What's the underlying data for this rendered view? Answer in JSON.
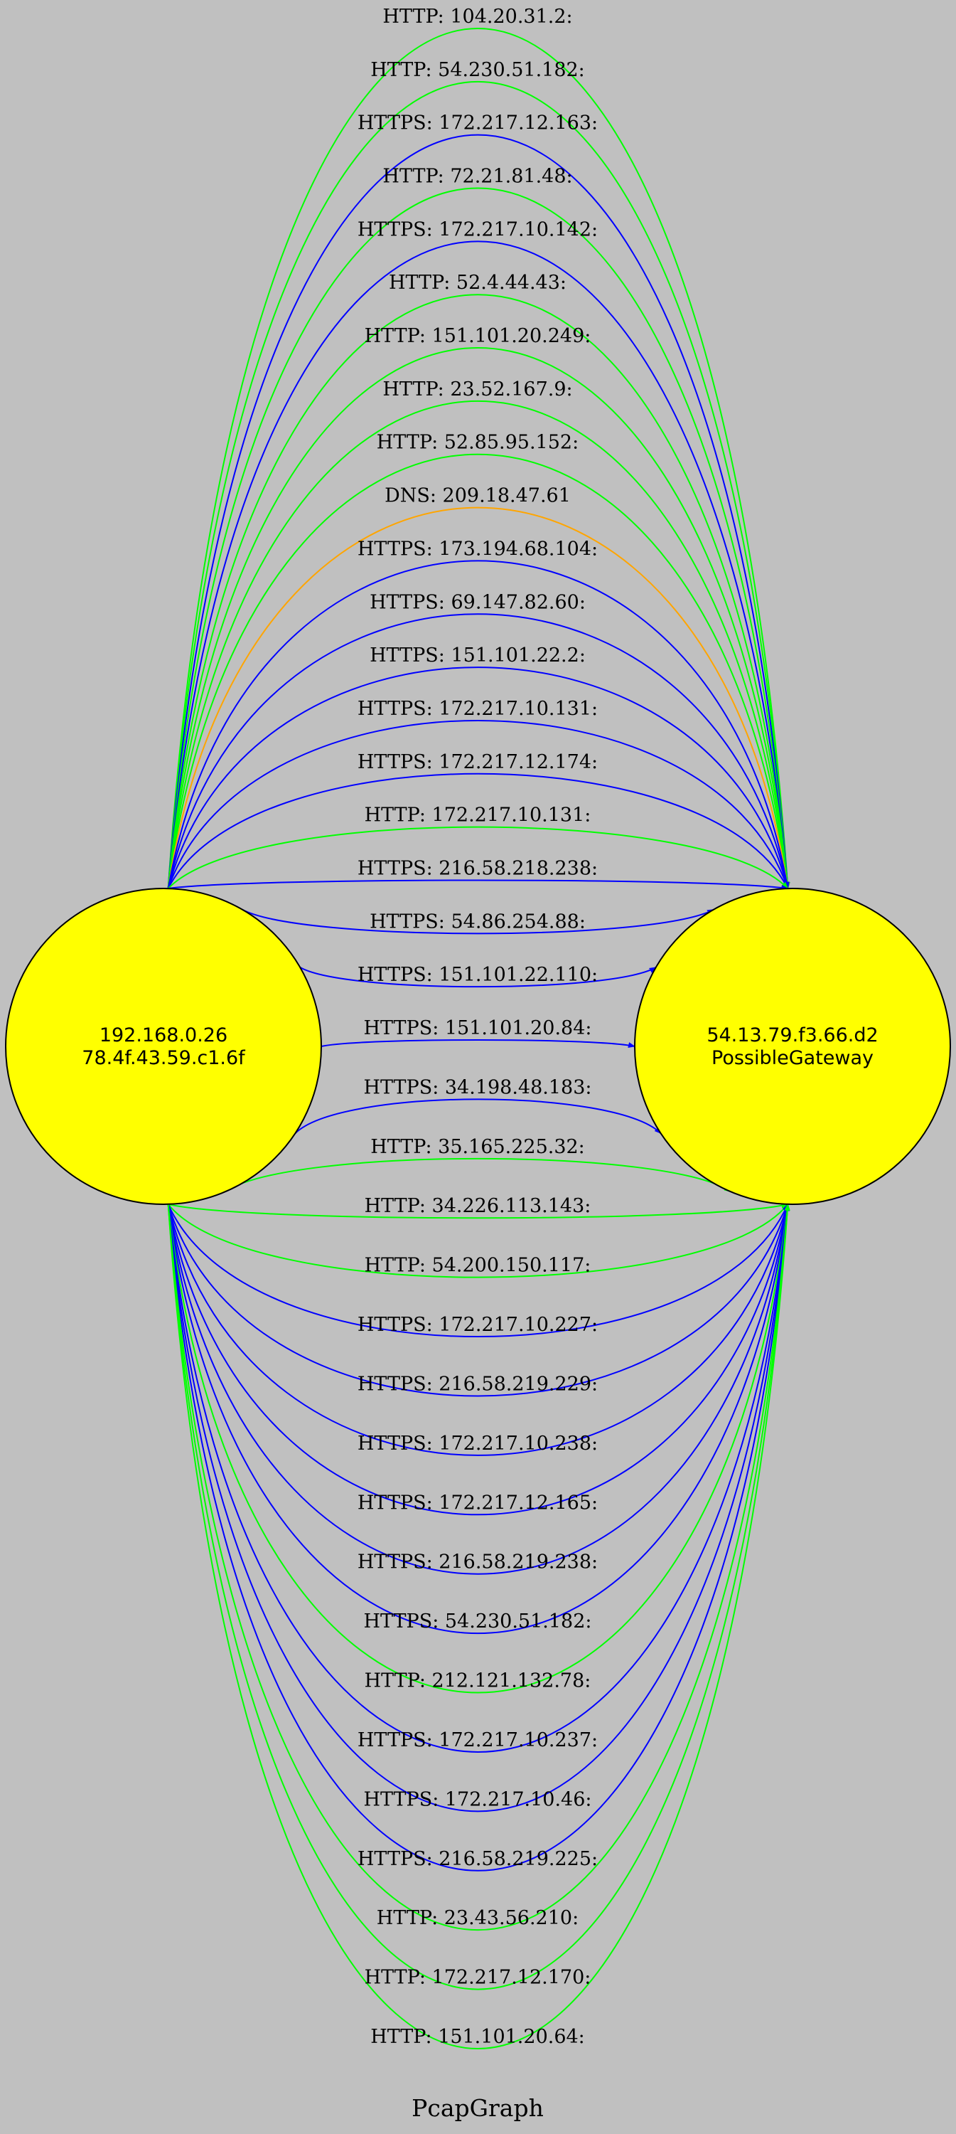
{
  "graph_title": "PcapGraph",
  "colors": {
    "background": "#c0c0c0",
    "node_fill": "#ffff00",
    "HTTP": "#00ff00",
    "HTTPS": "#0000ff",
    "DNS": "#ffa500"
  },
  "source_node": {
    "line1": "192.168.0.26",
    "line2": "78.4f.43.59.c1.6f"
  },
  "target_node": {
    "line1": "54.13.79.f3.66.d2",
    "line2": "PossibleGateway"
  },
  "edges": [
    {
      "protocol": "HTTP",
      "label": "HTTP: 104.20.31.2:"
    },
    {
      "protocol": "HTTP",
      "label": "HTTP: 54.230.51.182:"
    },
    {
      "protocol": "HTTPS",
      "label": "HTTPS: 172.217.12.163:"
    },
    {
      "protocol": "HTTP",
      "label": "HTTP: 72.21.81.48:"
    },
    {
      "protocol": "HTTPS",
      "label": "HTTPS: 172.217.10.142:"
    },
    {
      "protocol": "HTTP",
      "label": "HTTP: 52.4.44.43:"
    },
    {
      "protocol": "HTTP",
      "label": "HTTP: 151.101.20.249:"
    },
    {
      "protocol": "HTTP",
      "label": "HTTP: 23.52.167.9:"
    },
    {
      "protocol": "HTTP",
      "label": "HTTP: 52.85.95.152:"
    },
    {
      "protocol": "DNS",
      "label": "DNS: 209.18.47.61"
    },
    {
      "protocol": "HTTPS",
      "label": "HTTPS: 173.194.68.104:"
    },
    {
      "protocol": "HTTPS",
      "label": "HTTPS: 69.147.82.60:"
    },
    {
      "protocol": "HTTPS",
      "label": "HTTPS: 151.101.22.2:"
    },
    {
      "protocol": "HTTPS",
      "label": "HTTPS: 172.217.10.131:"
    },
    {
      "protocol": "HTTPS",
      "label": "HTTPS: 172.217.12.174:"
    },
    {
      "protocol": "HTTP",
      "label": "HTTP: 172.217.10.131:"
    },
    {
      "protocol": "HTTPS",
      "label": "HTTPS: 216.58.218.238:"
    },
    {
      "protocol": "HTTPS",
      "label": "HTTPS: 54.86.254.88:"
    },
    {
      "protocol": "HTTPS",
      "label": "HTTPS: 151.101.22.110:"
    },
    {
      "protocol": "HTTPS",
      "label": "HTTPS: 151.101.20.84:"
    },
    {
      "protocol": "HTTPS",
      "label": "HTTPS: 34.198.48.183:"
    },
    {
      "protocol": "HTTP",
      "label": "HTTP: 35.165.225.32:"
    },
    {
      "protocol": "HTTP",
      "label": "HTTP: 34.226.113.143:"
    },
    {
      "protocol": "HTTP",
      "label": "HTTP: 54.200.150.117:"
    },
    {
      "protocol": "HTTPS",
      "label": "HTTPS: 172.217.10.227:"
    },
    {
      "protocol": "HTTPS",
      "label": "HTTPS: 216.58.219.229:"
    },
    {
      "protocol": "HTTPS",
      "label": "HTTPS: 172.217.10.238:"
    },
    {
      "protocol": "HTTPS",
      "label": "HTTPS: 172.217.12.165:"
    },
    {
      "protocol": "HTTPS",
      "label": "HTTPS: 216.58.219.238:"
    },
    {
      "protocol": "HTTPS",
      "label": "HTTPS: 54.230.51.182:"
    },
    {
      "protocol": "HTTP",
      "label": "HTTP: 212.121.132.78:"
    },
    {
      "protocol": "HTTPS",
      "label": "HTTPS: 172.217.10.237:"
    },
    {
      "protocol": "HTTPS",
      "label": "HTTPS: 172.217.10.46:"
    },
    {
      "protocol": "HTTPS",
      "label": "HTTPS: 216.58.219.225:"
    },
    {
      "protocol": "HTTP",
      "label": "HTTP: 23.43.56.210:"
    },
    {
      "protocol": "HTTP",
      "label": "HTTP: 172.217.12.170:"
    },
    {
      "protocol": "HTTP",
      "label": "HTTP: 151.101.20.64:"
    }
  ]
}
